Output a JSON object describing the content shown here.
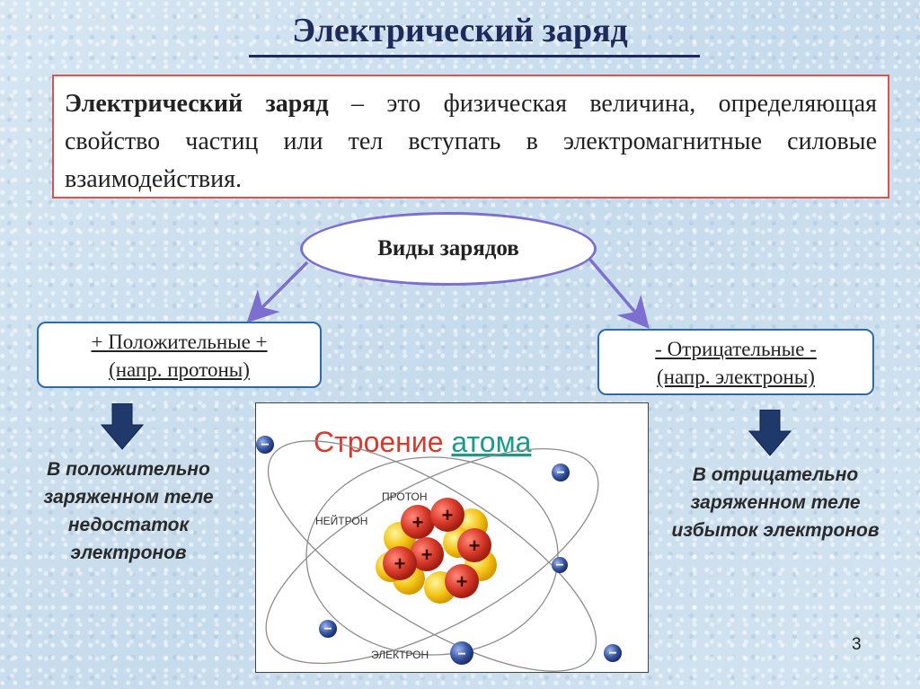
{
  "title": "Электрический заряд",
  "definition": {
    "term": "Электрический заряд",
    "text": " – это физическая величина, определяющая свойство частиц или тел вступать в электромагнитные силовые взаимодействия."
  },
  "center_node": "Виды зарядов",
  "positive": {
    "line1": "+ Положительные +",
    "line2": "(напр. протоны)",
    "note": "В положительно заряженном теле недостаток электронов"
  },
  "negative": {
    "line1": "- Отрицательные -",
    "line2": "(напр. электроны)",
    "note": "В отрицательно заряженном теле избыток электронов"
  },
  "atom": {
    "title_part1": "Строение ",
    "title_part2": "атома",
    "label_proton": "ПРОТОН",
    "label_neutron": "НЕЙТРОН",
    "label_electron": "ЭЛЕКТРОН",
    "plus": "+",
    "minus": "−"
  },
  "colors": {
    "title": "#1f2a5a",
    "definition_border": "#d9534f",
    "ellipse_border": "#7c6fd0",
    "box_border": "#2e6aa8",
    "arrow": "#1f3a6a",
    "atom_title_red": "#d63a2e",
    "atom_title_teal": "#1a9a8a",
    "proton": "#d93a2a",
    "neutron": "#f5c518",
    "electron": "#3a58a8"
  },
  "slide_number": "3"
}
